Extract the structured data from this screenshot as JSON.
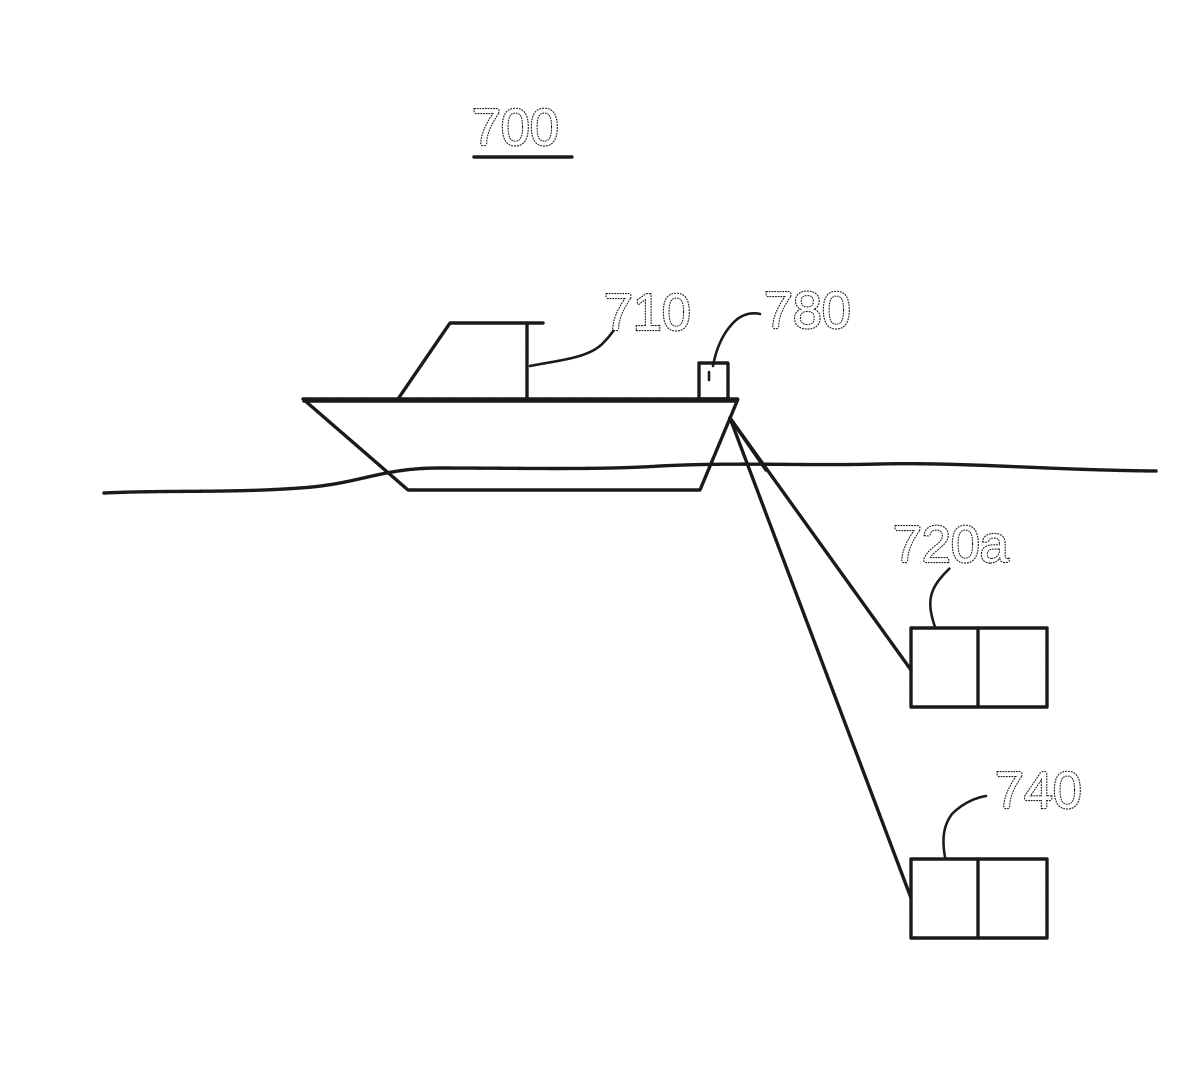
{
  "figure": {
    "figure_number": "700",
    "labels": {
      "vessel": "710",
      "device_upper": "720a",
      "device_lower": "740",
      "deck_unit": "780"
    }
  }
}
